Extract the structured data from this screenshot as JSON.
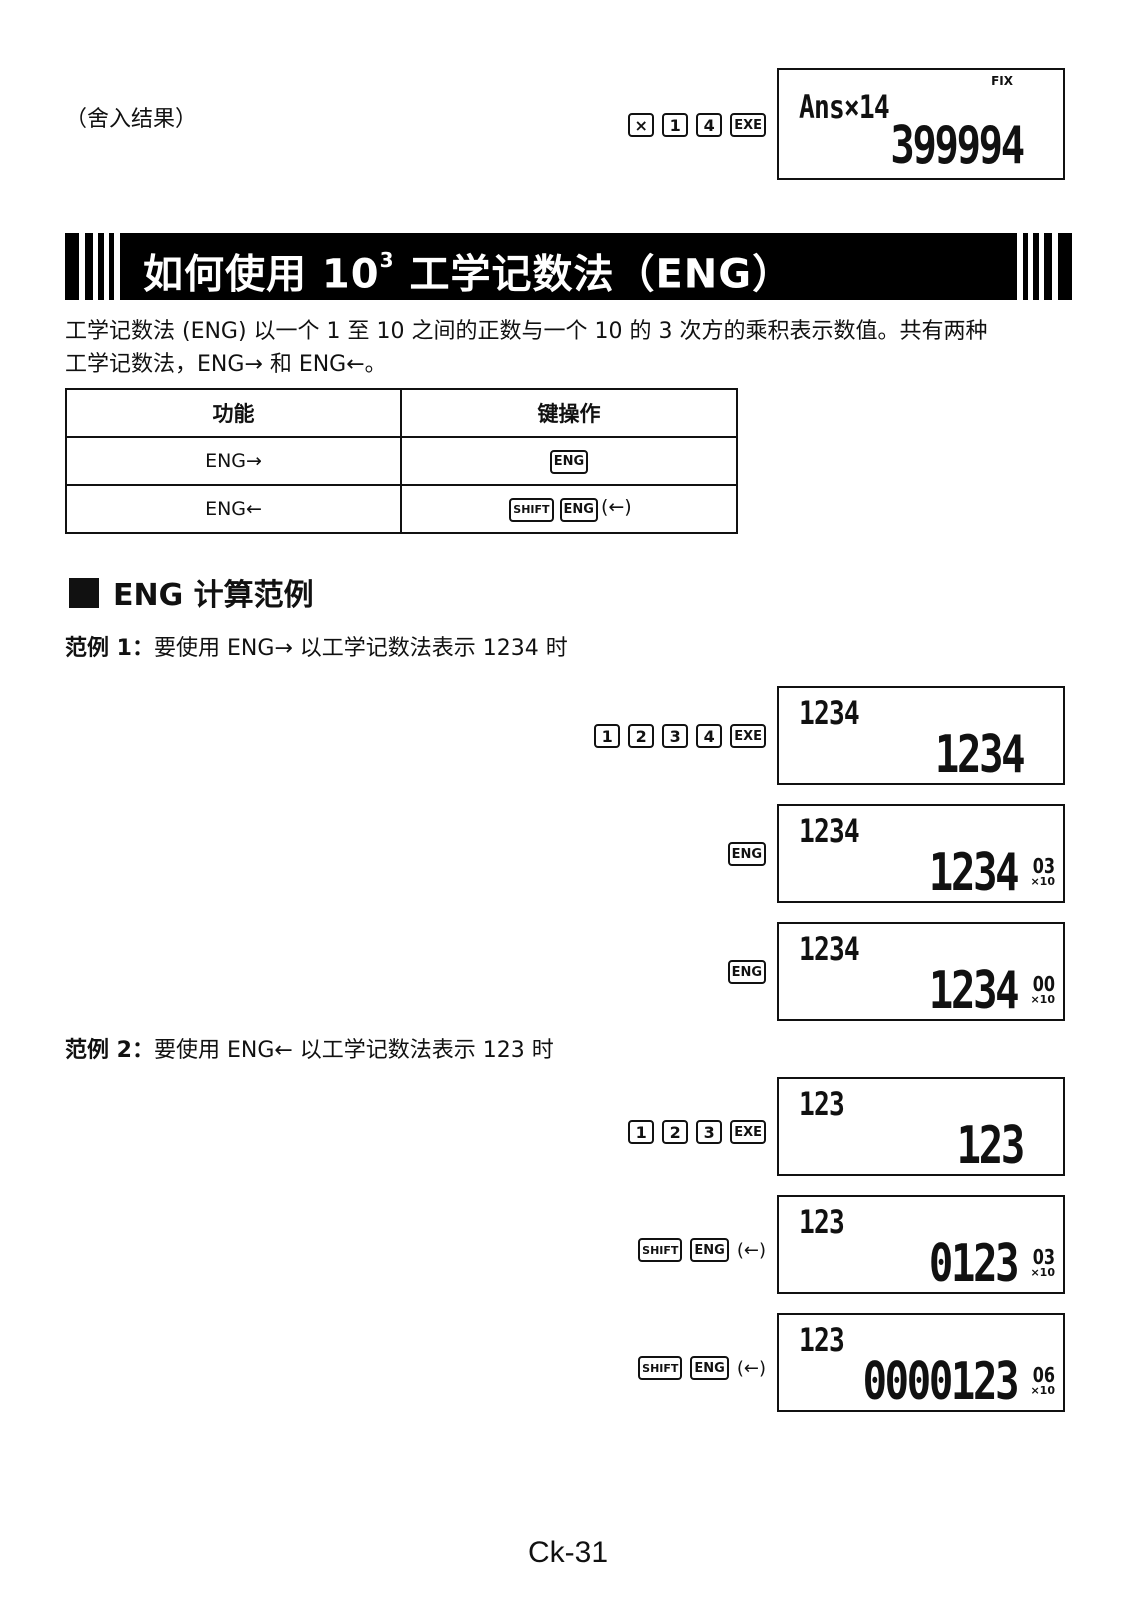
{
  "top": {
    "rounding_note": "（舍入结果）",
    "keys": [
      "×",
      "1",
      "4",
      "EXE"
    ],
    "display": {
      "indicator": "FIX",
      "expr": "Ans×14",
      "result": "399994",
      "dot_after": 3
    }
  },
  "banner": {
    "title_pre": "如何使用 10",
    "title_sup": "3",
    "title_post": " 工学记数法（ENG）"
  },
  "intro": {
    "line1": "工学记数法 (ENG) 以一个 1 至 10 之间的正数与一个 10 的 3 次方的乘积表示数值。共有两种",
    "line2": "工学记数法，ENG→ 和 ENG←。"
  },
  "table": {
    "headers": [
      "功能",
      "键操作"
    ],
    "rows": [
      {
        "function": "ENG→",
        "keys": [
          "ENG"
        ],
        "suffix": ""
      },
      {
        "function": "ENG←",
        "keys": [
          "SHIFT",
          "ENG"
        ],
        "suffix": "(←)"
      }
    ]
  },
  "section": {
    "title": "ENG 计算范例"
  },
  "example1": {
    "label": "范例 1：",
    "text": "要使用 ENG→ 以工学记数法表示 1234 时",
    "steps": [
      {
        "keys": [
          "1",
          "2",
          "3",
          "4",
          "EXE"
        ],
        "suffix": "",
        "expr": "1234",
        "result": "1234",
        "exp": "",
        "dot_after": 4
      },
      {
        "keys": [
          "ENG"
        ],
        "suffix": "",
        "expr": "1234",
        "result": "1234",
        "exp": "03",
        "dot_after": 1
      },
      {
        "keys": [
          "ENG"
        ],
        "suffix": "",
        "expr": "1234",
        "result": "1234",
        "exp": "00",
        "dot_after": 4
      }
    ]
  },
  "example2": {
    "label": "范例 2：",
    "text": "要使用 ENG← 以工学记数法表示 123 时",
    "steps": [
      {
        "keys": [
          "1",
          "2",
          "3",
          "EXE"
        ],
        "suffix": "",
        "expr": "123",
        "result": "123",
        "exp": "",
        "dot_after": 3
      },
      {
        "keys": [
          "SHIFT",
          "ENG"
        ],
        "suffix": "(←)",
        "expr": "123",
        "result": "0123",
        "exp": "03",
        "dot_after": 1
      },
      {
        "keys": [
          "SHIFT",
          "ENG"
        ],
        "suffix": "(←)",
        "expr": "123",
        "result": "0000123",
        "exp": "06",
        "dot_after": 1
      }
    ]
  },
  "times_ten": "×10",
  "page_number": "Ck-31"
}
